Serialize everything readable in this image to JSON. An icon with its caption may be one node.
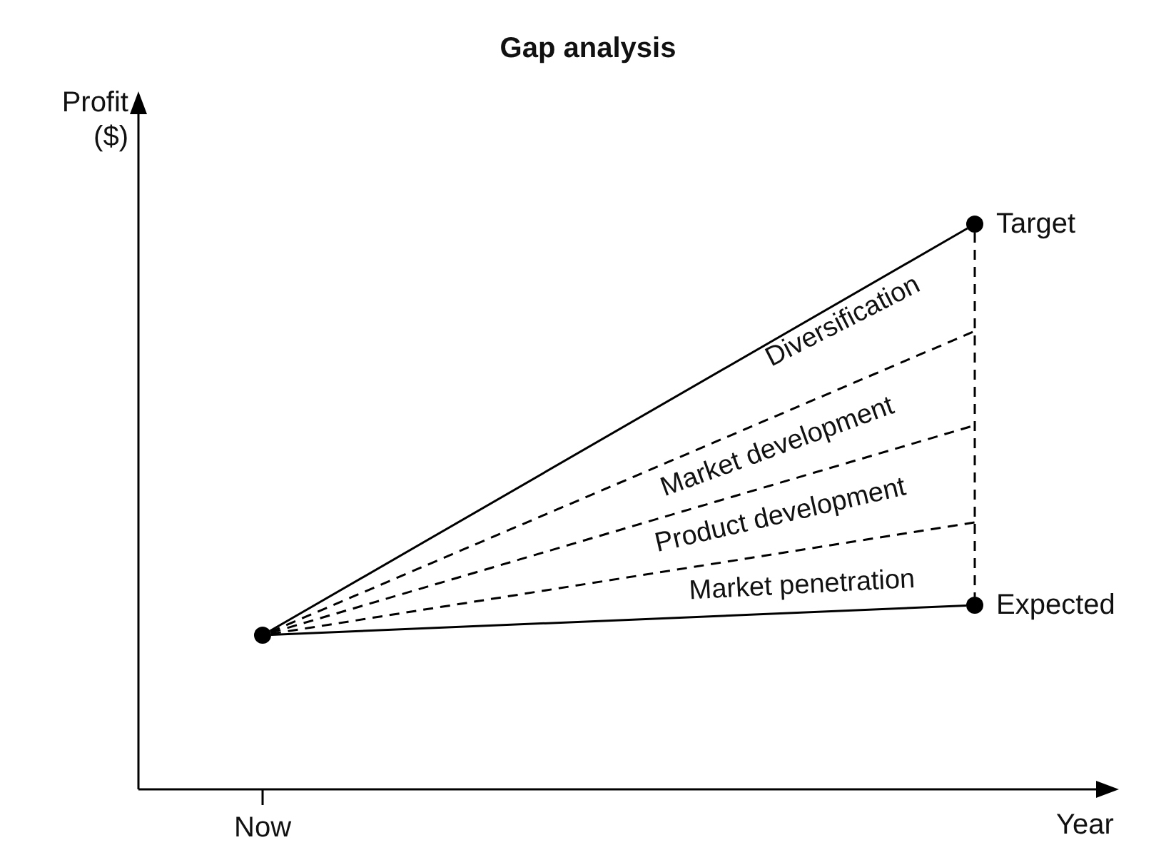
{
  "diagram": {
    "title": "Gap analysis",
    "nodes": [
      {
        "text": [],
        "shape": "circle"
      },
      {
        "text": [],
        "shape": "circle",
        "beside": [
          "Target"
        ]
      },
      {
        "text": [],
        "shape": "circle",
        "beside": [
          "Expected"
        ]
      }
    ],
    "edges": [
      {
        "from": 0,
        "to": 1,
        "arrow": "none"
      },
      {
        "from": 0,
        "to": 2,
        "arrow": "none"
      },
      {
        "from": 0,
        "to": null,
        "arrow": "none",
        "style": "dashed"
      },
      {
        "from": 0,
        "to": null,
        "arrow": "none",
        "style": "dashed"
      },
      {
        "from": 0,
        "to": null,
        "arrow": "none",
        "style": "dashed"
      },
      {
        "from": 1,
        "to": 2,
        "arrow": "none",
        "style": "dashed"
      }
    ],
    "labels": [
      "Profit ($)",
      "Diversification",
      "Market development",
      "Product development",
      "Market penetration",
      "Now",
      "Year"
    ]
  }
}
